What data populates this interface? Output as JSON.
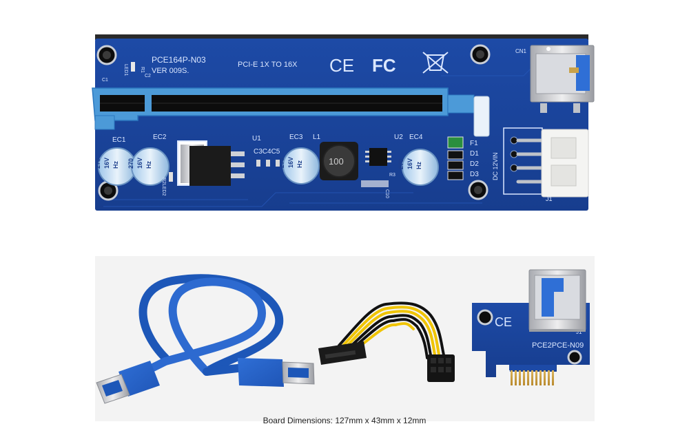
{
  "riser_board": {
    "model": "PCE164P-N03",
    "version": "VER  009S.",
    "spec": "PCI-E  1X  TO  16X",
    "cert_ce": "CE",
    "cert_fcc": "FC",
    "connector_cn1": "CN1",
    "led_label": "LED1",
    "r_label": "R1",
    "c1_label": "C1",
    "c2_label": "C2",
    "ec1": "EC1",
    "ec2": "EC2",
    "ec3": "EC3",
    "ec4": "EC4",
    "u1": "U1",
    "u2": "U2",
    "l1": "L1",
    "caps_label": "C3C4C5",
    "inductor": "100",
    "f1": "F1",
    "d1": "D1",
    "d2": "D2",
    "d3": "D3",
    "dc_label": "DC  12VIN",
    "j1": "J1",
    "led2_label": "R2LED2",
    "r3_label": "R3",
    "c10_label": "C10",
    "cap_top": "270",
    "cap_mid": "16V",
    "cap_bot": "Hz"
  },
  "adapter_card": {
    "model": "PCE2PCE-N09",
    "j1": "J1",
    "cert_ce": "CE"
  },
  "caption": "Board Dimensions: 127mm x 43mm x 12mm"
}
